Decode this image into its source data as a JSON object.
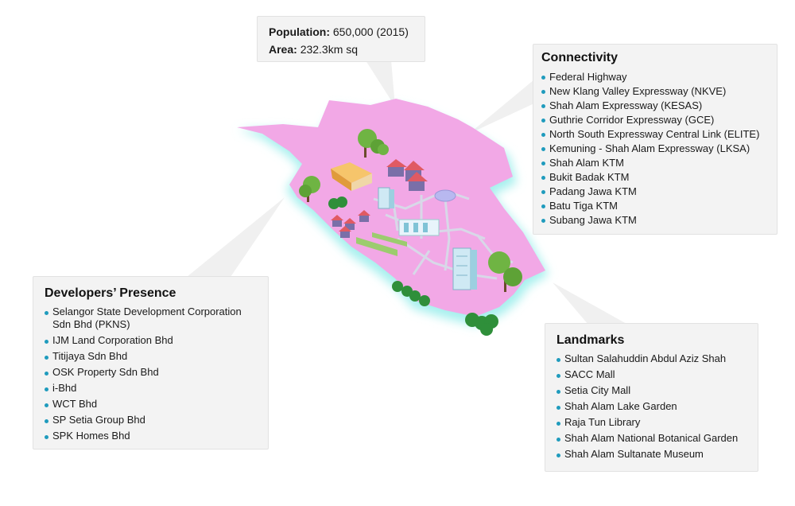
{
  "population": {
    "population_label": "Population:",
    "population_value": "650,000 (2015)",
    "area_label": "Area:",
    "area_value": "232.3km sq"
  },
  "connectivity": {
    "title": "Connectivity",
    "items": [
      "Federal Highway",
      "New Klang Valley Expressway (NKVE)",
      "Shah Alam Expressway (KESAS)",
      "Guthrie Corridor Expressway (GCE)",
      "North South Expressway Central Link (ELITE)",
      "Kemuning - Shah Alam Expressway (LKSA)",
      "Shah Alam KTM",
      "Bukit Badak KTM",
      "Padang Jawa KTM",
      "Batu Tiga KTM",
      "Subang Jawa KTM"
    ]
  },
  "developers": {
    "title": "Developers’ Presence",
    "items": [
      "Selangor State Development Corporation Sdn Bhd (PKNS)",
      "IJM Land Corporation Bhd",
      "Titijaya Sdn Bhd",
      "OSK Property Sdn Bhd",
      "i-Bhd",
      "WCT Bhd",
      "SP Setia Group Bhd",
      "SPK Homes Bhd"
    ]
  },
  "landmarks": {
    "title": "Landmarks",
    "items": [
      "Sultan Salahuddin Abdul Aziz Shah",
      "SACC Mall",
      "Setia City Mall",
      "Shah Alam Lake Garden",
      "Raja Tun Library",
      "Shah Alam National Botanical Garden",
      "Shah Alam Sultanate Museum"
    ]
  },
  "colors": {
    "map_fill": "#f2a8e6",
    "glow": "#a8f0ee",
    "bullet": "#1f9bbd",
    "box_bg": "#f3f3f3"
  }
}
